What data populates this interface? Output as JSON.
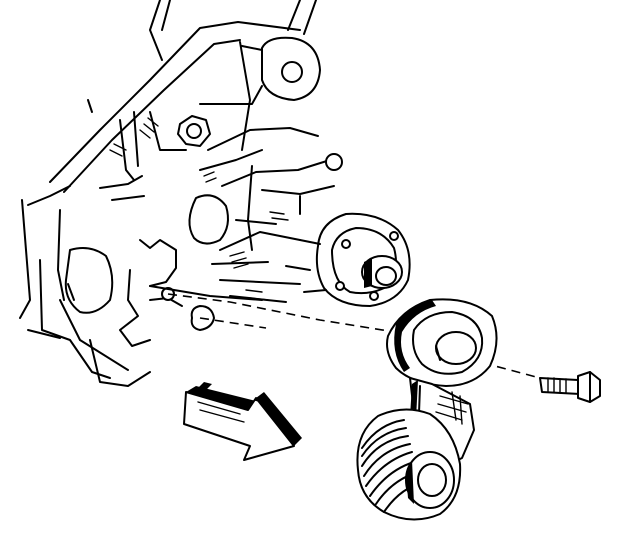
{
  "diagram": {
    "parts": [
      {
        "id": "engine-bracket",
        "icon": "engine-bracket"
      },
      {
        "id": "water-pump-hub",
        "icon": "pump-hub"
      },
      {
        "id": "belt-tensioner",
        "icon": "tensioner"
      },
      {
        "id": "tensioner-pulley",
        "icon": "pulley"
      },
      {
        "id": "tensioner-bolt",
        "icon": "bolt"
      },
      {
        "id": "front-of-vehicle-arrow",
        "icon": "direction-arrow"
      }
    ],
    "colors": {
      "line": "#000000",
      "background": "#ffffff"
    }
  }
}
